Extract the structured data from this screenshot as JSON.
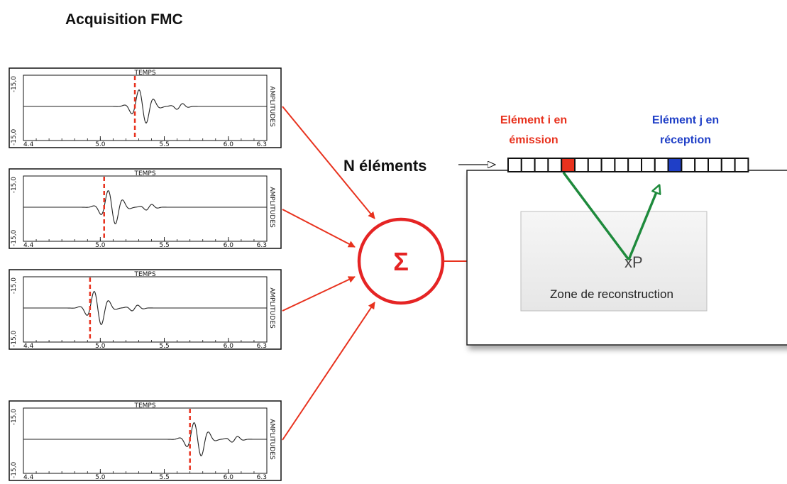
{
  "title": "Acquisition FMC",
  "signal_panel": {
    "top_label": "TEMPS",
    "side_label": "AMPLITUDES",
    "y_tick_top": "-15,0",
    "y_tick_bottom": "-15,0",
    "x_ticks": [
      "4.4",
      "5.0",
      "5.5",
      "6.0",
      "6.3"
    ]
  },
  "signals": [
    {
      "marker_time": 5.27
    },
    {
      "marker_time": 5.03
    },
    {
      "marker_time": 4.92
    },
    {
      "marker_time": 5.7
    }
  ],
  "sum_symbol": "Σ",
  "array": {
    "label": "N éléments",
    "element_count": 18,
    "emitter_index": 4,
    "receiver_index": 12,
    "emitter_label_line1": "Elément i en",
    "emitter_label_line2": "émission",
    "receiver_label_line1": "Elément j en",
    "receiver_label_line2": "réception"
  },
  "reconstruction": {
    "zone_label": "Zone de reconstruction",
    "point_label": "xP"
  },
  "colors": {
    "red": "#e8321e",
    "blue": "#1f3fc7",
    "green": "#1e8a3c",
    "dark_red": "#e52424"
  }
}
